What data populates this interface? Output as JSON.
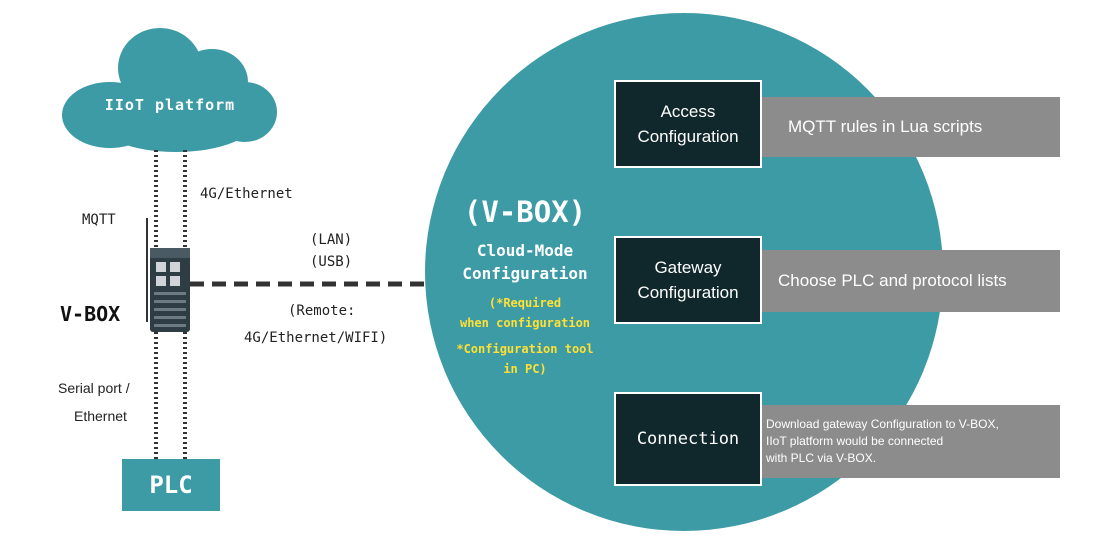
{
  "cloud": {
    "label": "IIoT platform"
  },
  "links": {
    "mqtt": "MQTT",
    "cloud_link": "4G/Ethernet",
    "lan": "(LAN)",
    "usb": "(USB)",
    "remote_1": "(Remote:",
    "remote_2": "4G/Ethernet/WIFI)",
    "serial_1": "Serial port /",
    "serial_2": "Ethernet"
  },
  "device": {
    "label": "V-BOX"
  },
  "plc": {
    "label": "PLC"
  },
  "circle": {
    "title": "(V-BOX)",
    "subtitle_1": "Cloud-Mode",
    "subtitle_2": "Configuration",
    "note_1": "(*Required",
    "note_2": "when configuration",
    "note_3": "*Configuration tool",
    "note_4": "in PC)"
  },
  "steps": [
    {
      "box_1": "Access",
      "box_2": "Configuration",
      "desc": "MQTT rules in Lua scripts"
    },
    {
      "box_1": "Gateway",
      "box_2": "Configuration",
      "desc": "Choose PLC and protocol lists"
    },
    {
      "box": "Connection",
      "desc_1": "Download gateway Configuration to V-BOX,",
      "desc_2": "IIoT platform would be connected",
      "desc_3": "with PLC via V-BOX."
    }
  ],
  "colors": {
    "teal": "#3d9ba6",
    "dark_box": "#10282b",
    "gray_bar": "#8c8c8c",
    "note_yellow": "#ffe033"
  }
}
